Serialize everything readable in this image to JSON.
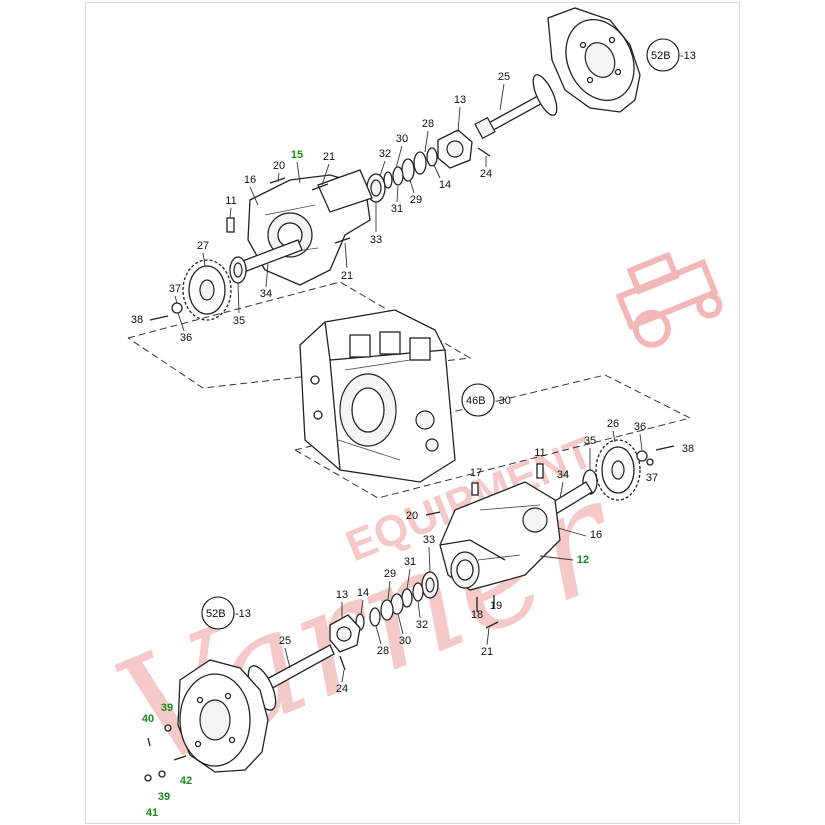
{
  "callouts": {
    "upper": {
      "n11": "11",
      "n13": "13",
      "n14": "14",
      "n15": "15",
      "n16": "16",
      "n20": "20",
      "n21a": "21",
      "n21b": "21",
      "n24": "24",
      "n25": "25",
      "n27": "27",
      "n28": "28",
      "n29": "29",
      "n30": "30",
      "n31": "31",
      "n32": "32",
      "n33": "33",
      "n34": "34",
      "n35": "35",
      "n36": "36",
      "n37": "37",
      "n38": "38"
    },
    "lower": {
      "n11": "11",
      "n12": "12",
      "n13": "13",
      "n14": "14",
      "n16": "16",
      "n17": "17",
      "n18": "18",
      "n19": "19",
      "n20": "20",
      "n21": "21",
      "n24": "24",
      "n25": "25",
      "n26": "26",
      "n28": "28",
      "n29": "29",
      "n30": "30",
      "n31": "31",
      "n32": "32",
      "n33": "33",
      "n34": "34",
      "n35": "35",
      "n36": "36",
      "n37": "37",
      "n38": "38",
      "n39a": "39",
      "n39b": "39",
      "n40": "40",
      "n41": "41",
      "n42": "42"
    }
  },
  "references": {
    "upper_hub_id": "52B",
    "upper_hub_suffix": "-13",
    "center_case_id": "46B",
    "center_case_suffix": "-30",
    "lower_hub_id": "52B",
    "lower_hub_suffix": "-13"
  },
  "watermark": {
    "script": "Varner",
    "block": "EQUIPMENT"
  },
  "colors": {
    "highlight_green": "#1a8a1a",
    "watermark_pink": "#f3b7b7",
    "line": "#222222"
  }
}
